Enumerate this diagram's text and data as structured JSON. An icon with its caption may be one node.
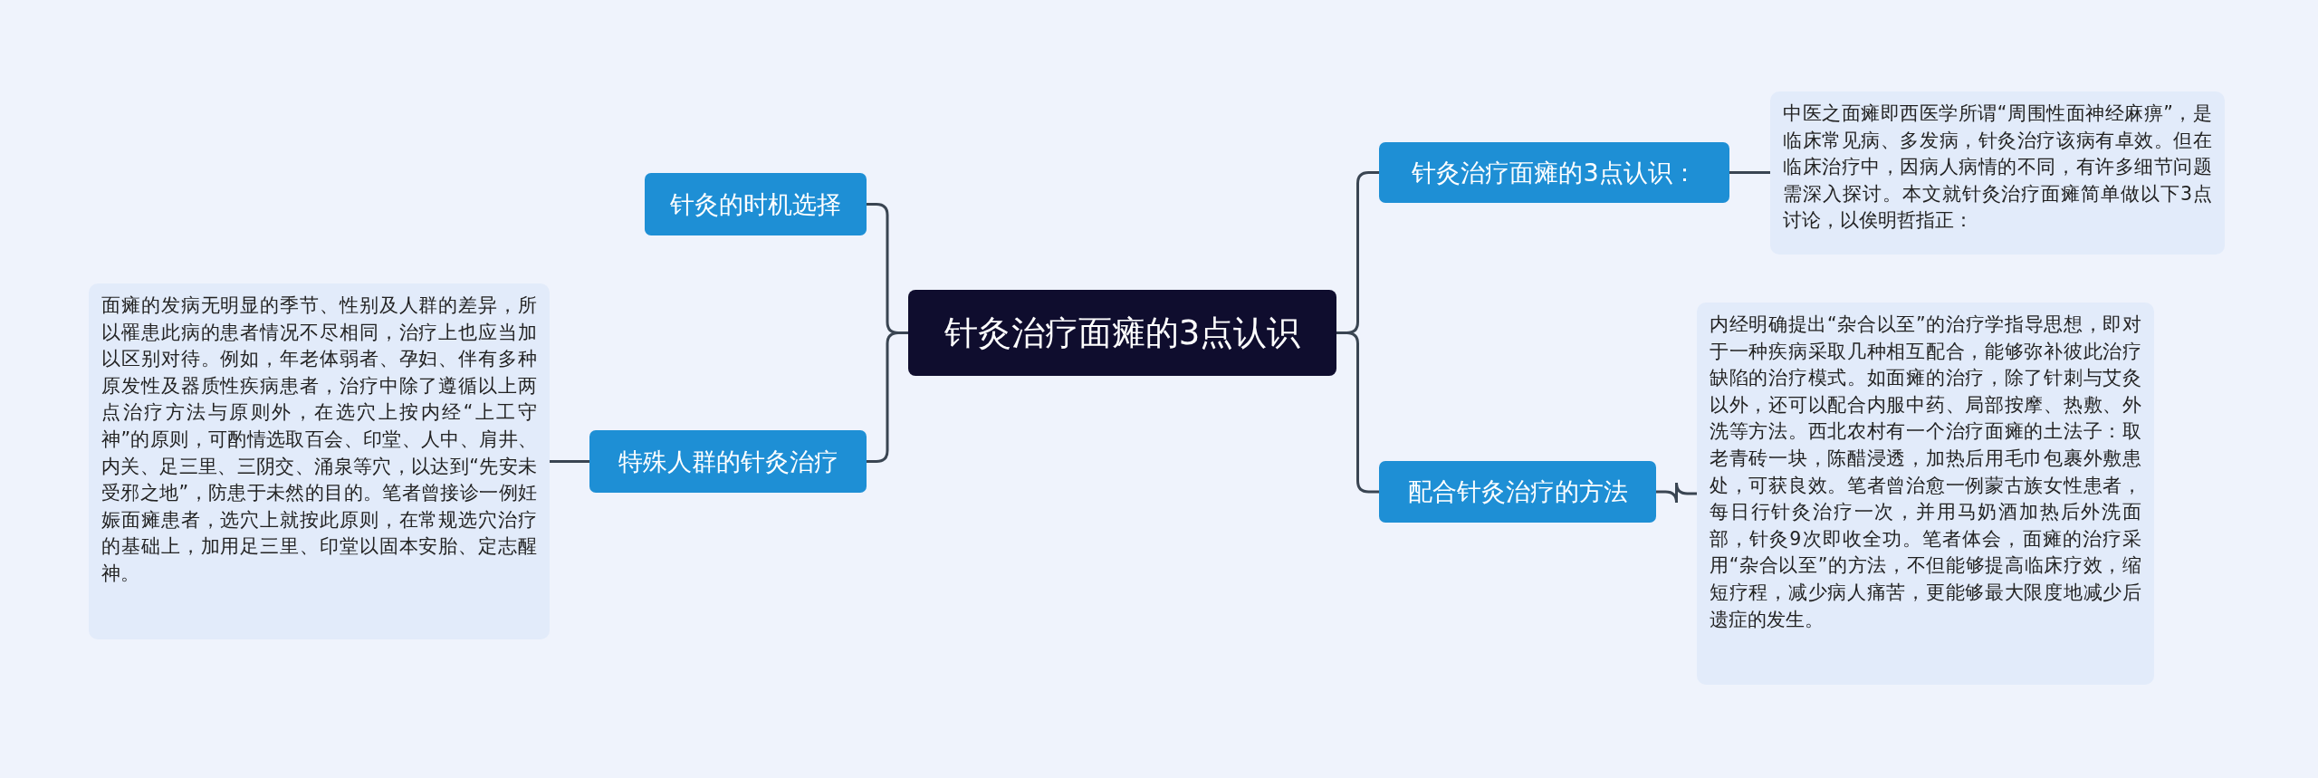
{
  "diagram": {
    "nodes": [
      {
        "text": [
          "针灸治疗面瘫的3点认识"
        ]
      },
      {
        "text": [
          "针灸的时机选择"
        ]
      },
      {
        "text": [
          "特殊人群的针灸治疗"
        ]
      },
      {
        "text": [
          "面瘫的发病无明显的季节、性别及人群的差异，所以罹患此病的患者情况不尽相同，治疗上也应当加以区别对待。例如，年老体弱者、孕妇、伴有多种原发性及器质性疾病患者，治疗中除了遵循以上两点治疗方法与原则外，在选穴上按内经“上工守神”的原则，可酌情选取百会、印堂、人中、肩井、内关、足三里、三阴交、涌泉等穴，以达到“先安未受邪之地”，防患于未然的目的。笔者曾接诊一例妊娠面瘫患者，选穴上就按此原则，在常规选穴治疗的基础上，加用足三里、印堂以固本安胎、定志醒神。"
        ]
      },
      {
        "text": [
          "针灸治疗面瘫的3点认识："
        ]
      },
      {
        "text": [
          "中医之面瘫即西医学所谓“周围性面神经麻痹”，是临床常见病、多发病，针灸治疗该病有卓效。但在临床治疗中，因病人病情的不同，有许多细节问题需深入探讨。本文就针灸治疗面瘫简单做以下3点讨论，以俟明哲指正："
        ]
      },
      {
        "text": [
          "配合针灸治疗的方法"
        ]
      },
      {
        "text": [
          "内经明确提出“杂合以至”的治疗学指导思想，即对于一种疾病采取几种相互配合，能够弥补彼此治疗缺陷的治疗模式。如面瘫的治疗，除了针刺与艾灸以外，还可以配合内服中药、局部按摩、热敷、外洗等方法。西北农村有一个治疗面瘫的土法子：取老青砖一块，陈醋浸透，加热后用毛巾包裹外敷患处，可获良效。笔者曾治愈一例蒙古族女性患者，每日行针灸治疗一次，并用马奶酒加热后外洗面部，针灸9次即收全功。笔者体会，面瘫的治疗采用“杂合以至”的方法，不但能够提高临床疗效，缩短疗程，减少病人痛苦，更能够最大限度地减少后遗症的发生。"
        ]
      }
    ],
    "edges": [
      {
        "from": 0,
        "to": 1,
        "arrow": "none"
      },
      {
        "from": 0,
        "to": 2,
        "arrow": "none"
      },
      {
        "from": 2,
        "to": 3,
        "arrow": "none"
      },
      {
        "from": 0,
        "to": 4,
        "arrow": "none"
      },
      {
        "from": 0,
        "to": 6,
        "arrow": "none"
      },
      {
        "from": 4,
        "to": 5,
        "arrow": "none"
      },
      {
        "from": 6,
        "to": 7,
        "arrow": "none"
      }
    ]
  }
}
